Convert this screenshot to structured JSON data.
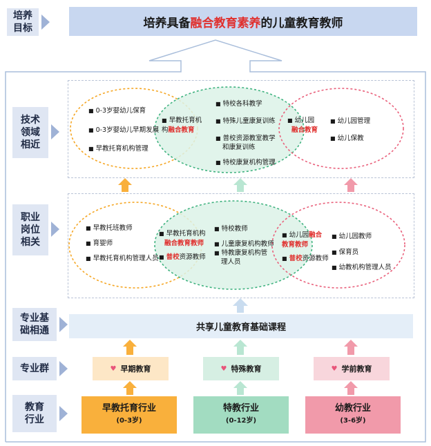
{
  "side_labels": {
    "goal": "培养\n目标",
    "tech": "技术\n领域\n相近",
    "career": "职业\n岗位\n相关",
    "base": "专业基\n础相通",
    "group": "专业群",
    "industry": "教育\n行业"
  },
  "goal": {
    "prefix": "培养具备",
    "highlight": "融合教育素养",
    "suffix": "的儿童教育教师"
  },
  "tech": {
    "left": [
      "0-3岁婴幼儿保育",
      "0-3岁婴幼儿早期发展",
      "早教托育机构管理"
    ],
    "overlap_left_1": "早教托育机",
    "overlap_left_2": "构",
    "overlap_left_red": "融合教育",
    "center": [
      "特校各科教学",
      "特殊儿童康复训练",
      "普校资源教室教学",
      "和康复训练",
      "特校康复机构管理"
    ],
    "overlap_right_1": "幼儿园",
    "overlap_right_red": "融合教育",
    "right": [
      "幼儿园管理",
      "幼儿保教"
    ]
  },
  "career": {
    "left": [
      "早教托班教师",
      "育婴师",
      "早教托育机构管理人员"
    ],
    "overlap_left_1": "早教托育机构",
    "overlap_left_red": "融合教育教师",
    "overlap_left_red2": "普校",
    "overlap_left_tail": "资源教师",
    "center": [
      "特校教师",
      "儿童康复机构教师",
      "特教康复机构管",
      "理人员"
    ],
    "overlap_right_1": "幼儿园",
    "overlap_right_red1": "融合",
    "overlap_right_red2": "教育教师",
    "overlap_right_red3": "普校",
    "overlap_right_tail": "资源教师",
    "right": [
      "幼儿园教师",
      "保育员",
      "幼教机构管理人员"
    ]
  },
  "shared_course": "共享儿童教育基础课程",
  "groups": [
    {
      "name": "早期教育",
      "color": "#fde7c6"
    },
    {
      "name": "特殊教育",
      "color": "#d6efe3"
    },
    {
      "name": "学前教育",
      "color": "#f8d6dc"
    }
  ],
  "industries": [
    {
      "name": "早教托育行业",
      "range": "(0-3岁)",
      "color": "#f9b03c"
    },
    {
      "name": "特教行业",
      "range": "(0-12岁)",
      "color": "#a2dcc1"
    },
    {
      "name": "幼教行业",
      "range": "(3-6岁)",
      "color": "#f19aaa"
    }
  ],
  "colors": {
    "orange": "#f5a623",
    "green": "#3fb27f",
    "pink": "#e9607b",
    "accent_red": "#e0302e",
    "label_bg": "#dfe6f3"
  }
}
